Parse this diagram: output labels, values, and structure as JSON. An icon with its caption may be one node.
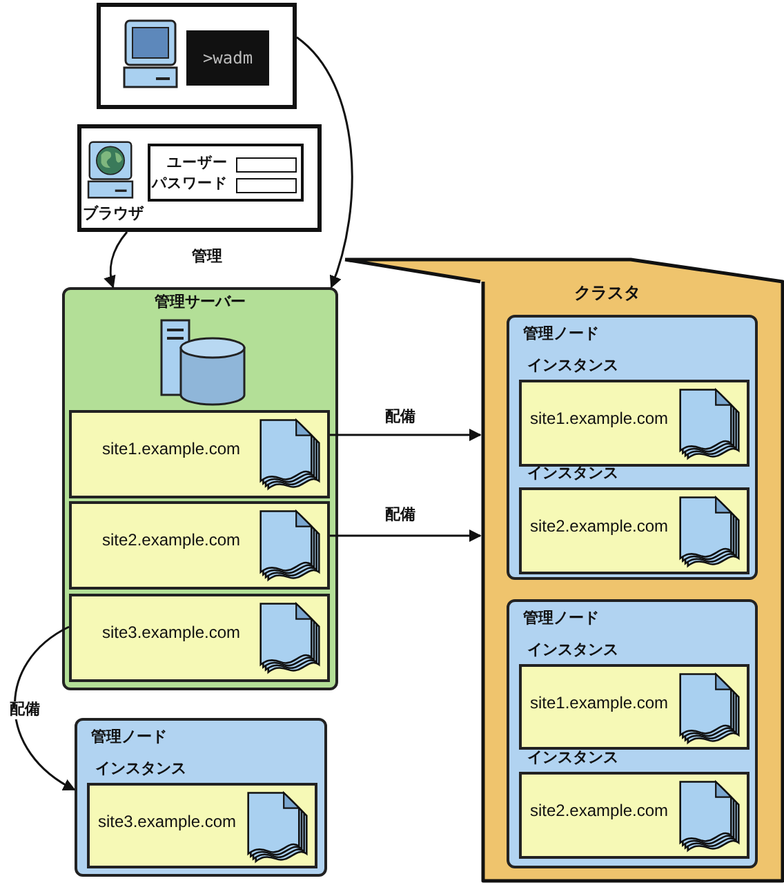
{
  "diagram": {
    "nodes": [
      {
        "text": [
          ">wadm"
        ]
      },
      {
        "text": [
          "ユーザー",
          "パスワード",
          "ブラウザ"
        ]
      },
      {
        "text": [
          "管理サーバー"
        ]
      },
      {
        "text": [
          "site1.example.com"
        ],
        "in": 2
      },
      {
        "text": [
          "site2.example.com"
        ],
        "in": 2
      },
      {
        "text": [
          "site3.example.com"
        ],
        "in": 2
      },
      {
        "text": [
          "クラスタ"
        ]
      },
      {
        "text": [
          "管理ノード"
        ],
        "in": 6
      },
      {
        "text": [
          "インスタンス",
          "site1.example.com"
        ],
        "in": 7
      },
      {
        "text": [
          "インスタンス",
          "site2.example.com"
        ],
        "in": 7
      },
      {
        "text": [
          "管理ノード"
        ],
        "in": 6
      },
      {
        "text": [
          "インスタンス",
          "site1.example.com"
        ],
        "in": 10
      },
      {
        "text": [
          "インスタンス",
          "site2.example.com"
        ],
        "in": 10
      },
      {
        "text": [
          "管理ノード"
        ]
      },
      {
        "text": [
          "インスタンス",
          "site3.example.com"
        ],
        "in": 13
      }
    ],
    "edges": [
      {
        "from": 1,
        "to": 2,
        "arrow": "to"
      },
      {
        "from": 0,
        "to": 2,
        "arrow": "to"
      },
      {
        "from": 3,
        "to": 6,
        "arrow": "to",
        "label": "配備"
      },
      {
        "from": 4,
        "to": 6,
        "arrow": "to",
        "label": "配備"
      },
      {
        "from": 5,
        "to": 13,
        "arrow": "to",
        "label": "配備"
      }
    ],
    "labels": [
      "管理"
    ]
  }
}
